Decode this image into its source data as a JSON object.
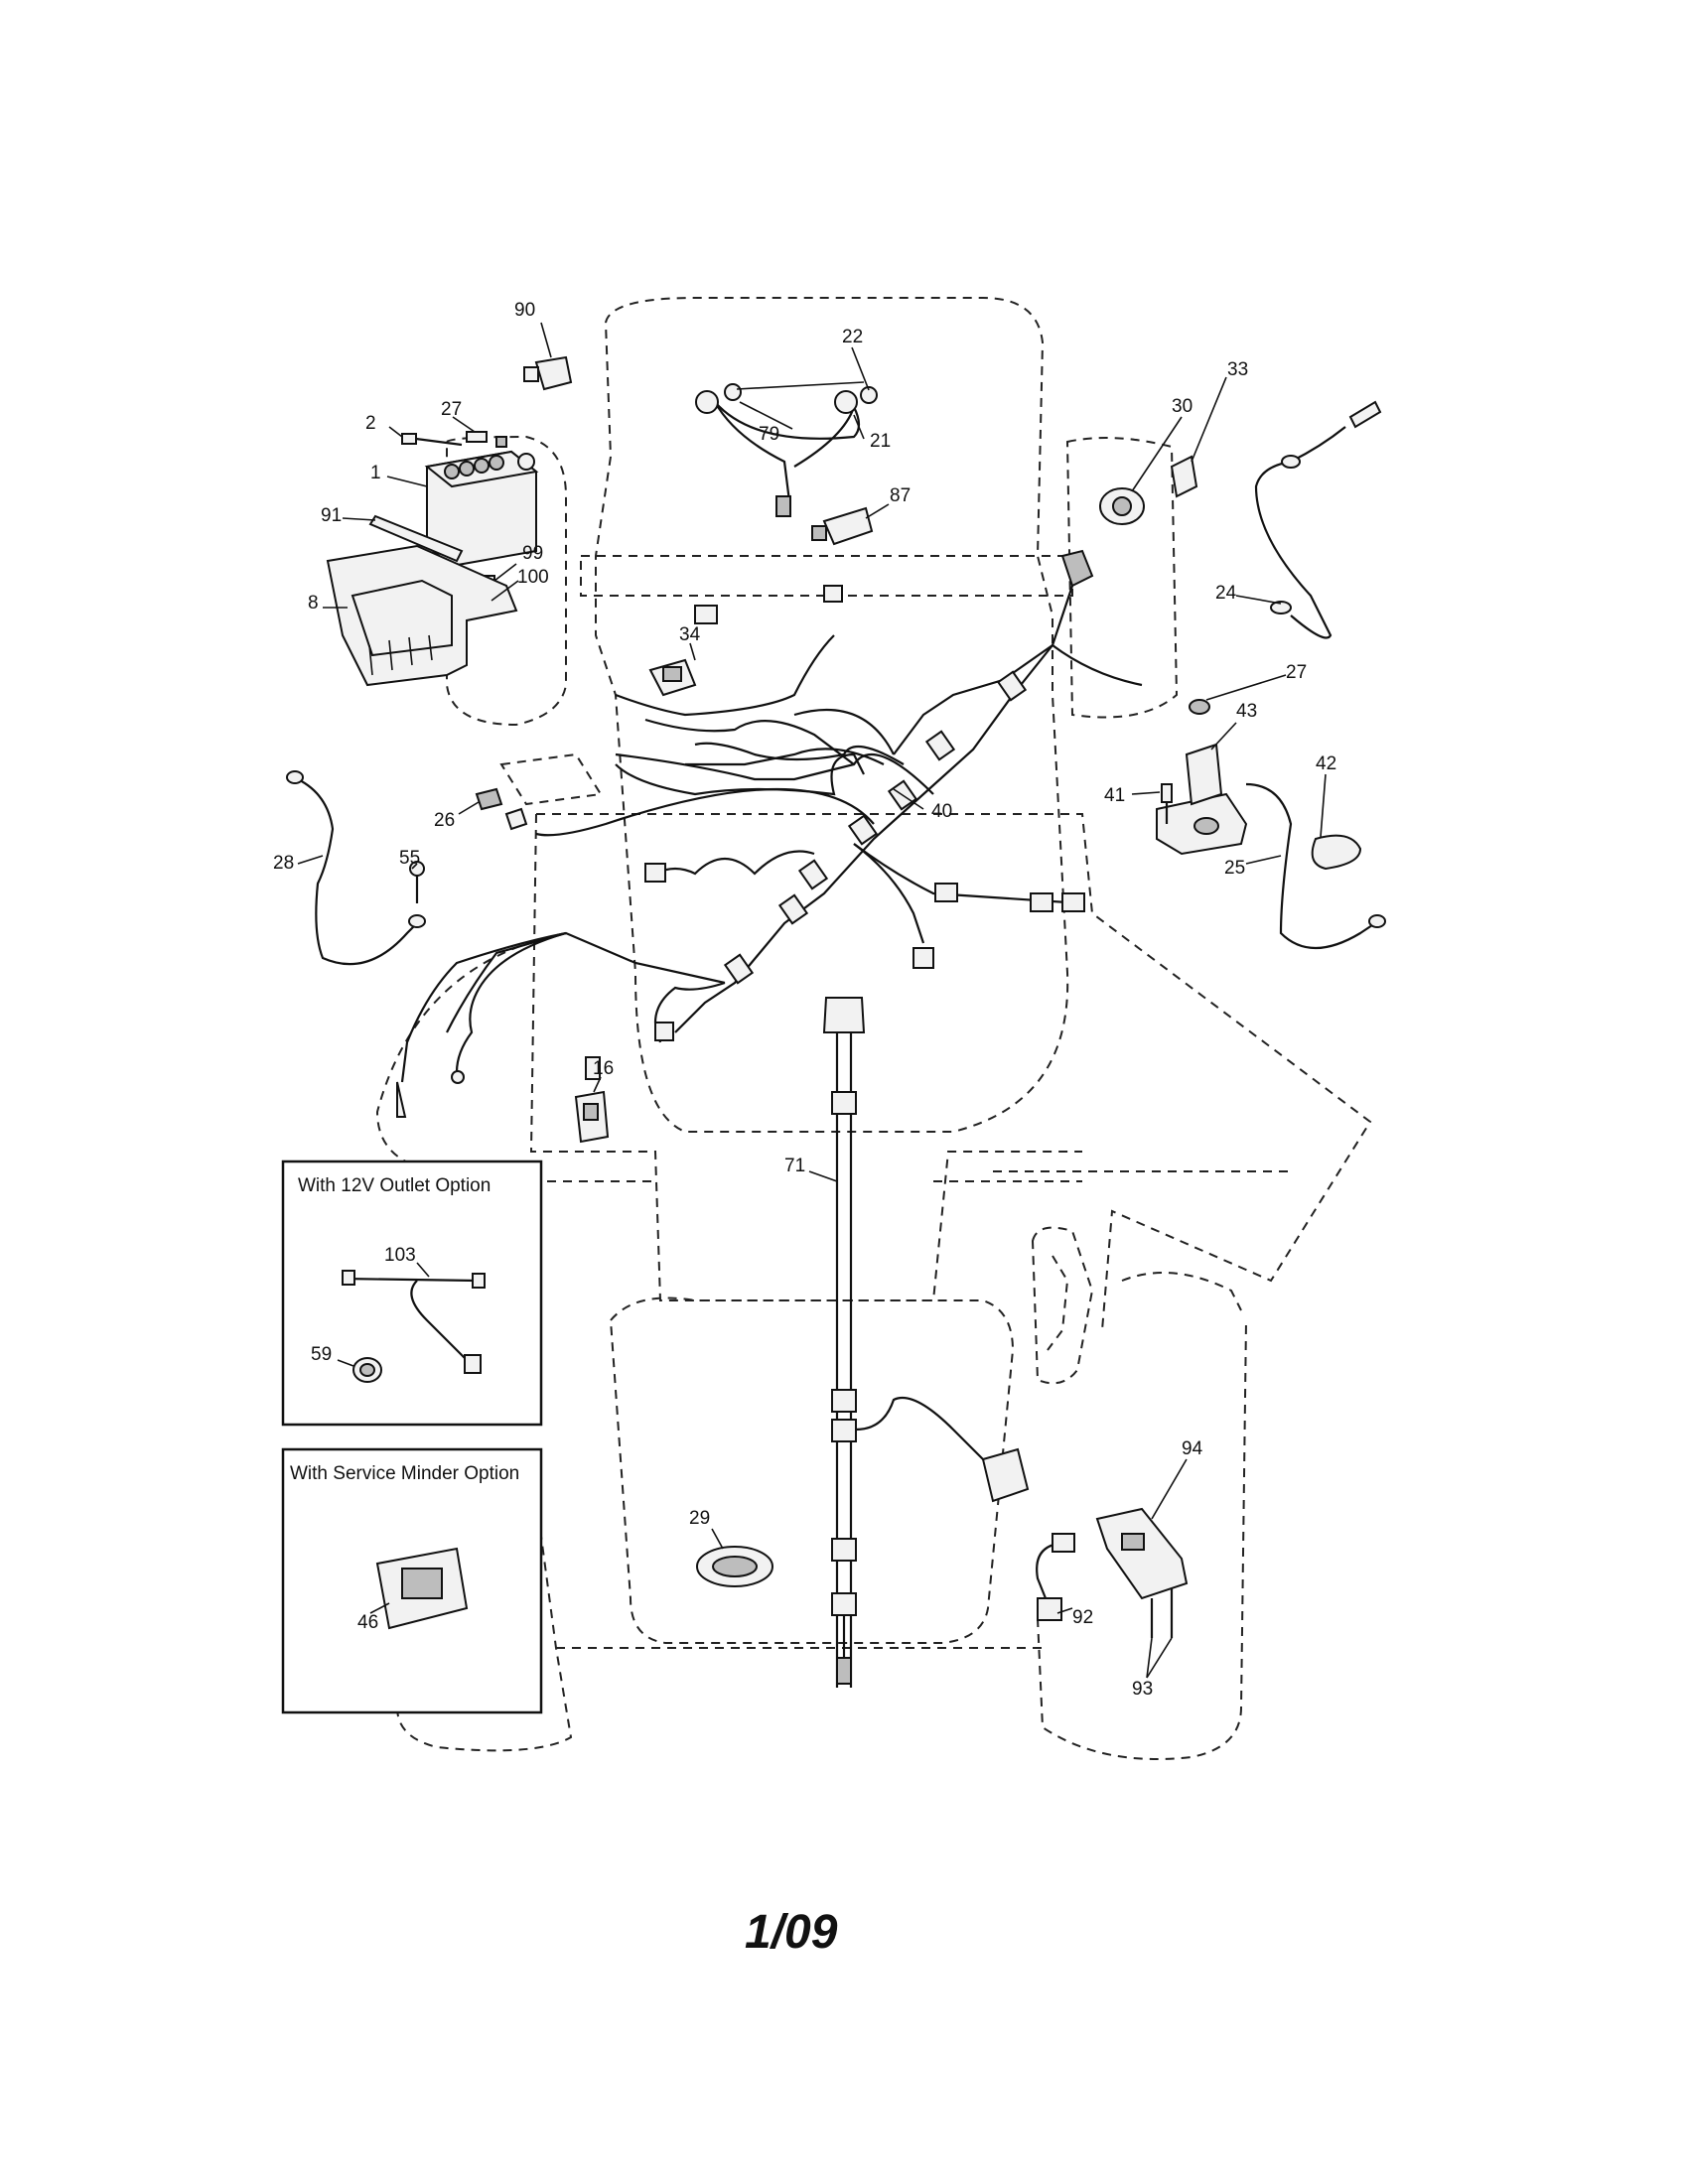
{
  "callouts": {
    "c1": "1",
    "c2": "2",
    "c8": "8",
    "c16": "16",
    "c21": "21",
    "c22": "22",
    "c24": "24",
    "c25": "25",
    "c26": "26",
    "c27a": "27",
    "c27b": "27",
    "c28": "28",
    "c29": "29",
    "c30": "30",
    "c33": "33",
    "c34": "34",
    "c40": "40",
    "c41": "41",
    "c42": "42",
    "c43": "43",
    "c46": "46",
    "c55": "55",
    "c59": "59",
    "c71": "71",
    "c79": "79",
    "c87": "87",
    "c90": "90",
    "c91": "91",
    "c92": "92",
    "c93": "93",
    "c94": "94",
    "c99": "99",
    "c100": "100",
    "c103": "103"
  },
  "option_boxes": {
    "outlet_title": "With 12V Outlet Option",
    "service_title": "With Service Minder Option"
  },
  "footer": {
    "code": "1/09"
  }
}
